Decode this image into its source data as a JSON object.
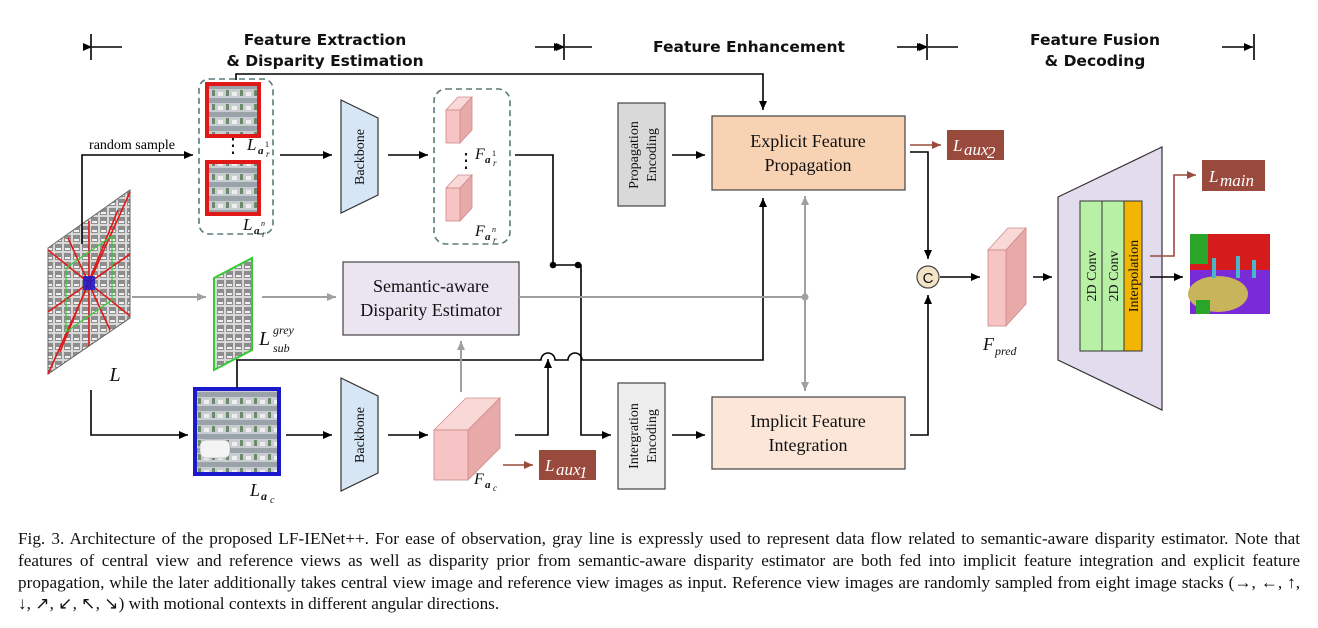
{
  "sections": {
    "extraction_line1": "Feature Extraction",
    "extraction_line2": "& Disparity Estimation",
    "enhancement": "Feature Enhancement",
    "fusion_line1": "Feature Fusion",
    "fusion_line2": "& Decoding"
  },
  "labels": {
    "random_sample": "random sample",
    "backbone": "Backbone",
    "propagation_encoding_1": "Propagation",
    "propagation_encoding_2": "Encoding",
    "integration_encoding_1": "Intergration",
    "integration_encoding_2": "Encoding",
    "estimator_line1": "Semantic-aware",
    "estimator_line2": "Disparity Estimator",
    "efp_line1": "Explicit Feature",
    "efp_line2": "Propagation",
    "ifi_line1": "Implicit Feature",
    "ifi_line2": "Integration",
    "concat": "C",
    "conv1": "2D Conv",
    "conv2": "2D Conv",
    "interp": "Interpolation",
    "L": "L"
  },
  "losses": {
    "aux1": "aux",
    "aux1_sub": "1",
    "aux2": "aux",
    "aux2_sub": "2",
    "main": "main"
  },
  "math": {
    "L": "L",
    "F": "F",
    "a": "a",
    "r": "r",
    "c": "c",
    "sup1": "1",
    "supn": "n",
    "grey": "grey",
    "sub": "sub",
    "pred": "pred"
  },
  "colors": {
    "efp_fill": "#f8d3b3",
    "ifi_fill": "#fbe6d8",
    "estimator_fill": "#ebe5f2",
    "backbone_fill": "#d6e6f5",
    "encoding_fill": "#d9d9d9",
    "fusion_fill": "#e3dcee",
    "conv_fill": "#b8f0a5",
    "interp_fill": "#f2b600",
    "loss_fill": "#9a4a3c",
    "gray_line": "#a0a0a0",
    "central_view_border": "#1a1acc",
    "ref_view_border": "#e01818",
    "sub_view_border": "#33cc33"
  },
  "caption": "Fig. 3.  Architecture of the proposed LF-IENet++. For ease of observation, gray line is expressly used to represent data flow related to semantic-aware disparity estimator. Note that features of central view and reference views as well as disparity prior from semantic-aware disparity estimator are both fed into implicit feature integration and explicit feature propagation, while the later additionally takes central view image and reference view images as input. Reference view images are randomly sampled from eight image stacks (→, ←, ↑, ↓, ↗, ↙, ↖, ↘) with motional contexts in different angular directions."
}
